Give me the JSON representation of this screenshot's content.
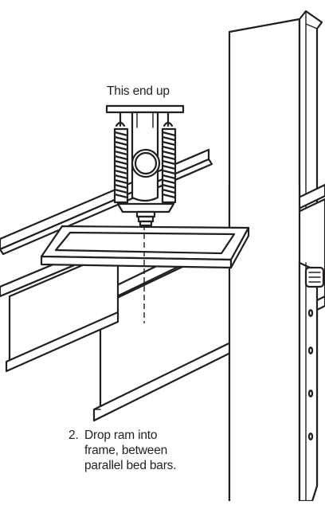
{
  "labels": {
    "orientation": "This end up",
    "step_number": "2.",
    "step_line_1": "Drop ram into",
    "step_line_2": "frame, between",
    "step_line_3": "parallel bed bars."
  },
  "colors": {
    "ink": "#231f20",
    "background": "#ffffff"
  }
}
